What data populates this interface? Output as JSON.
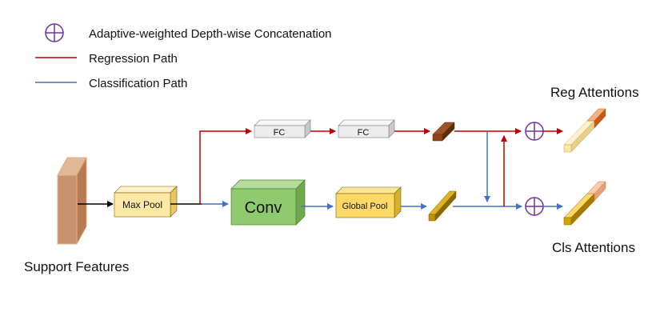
{
  "legend": {
    "concat_label": "Adaptive-weighted Depth-wise Concatenation",
    "regression_label": "Regression Path",
    "classification_label": "Classification Path"
  },
  "blocks": {
    "fc1": "FC",
    "fc2": "FC",
    "max_pool": "Max Pool",
    "conv": "Conv",
    "global_pool": "Global Pool"
  },
  "labels": {
    "support_features": "Support Features",
    "reg_attentions": "Reg Attentions",
    "cls_attentions": "Cls Attentions"
  },
  "colors": {
    "regression": "#c00000",
    "classification": "#4472c4",
    "concat_symbol": "#7030a0",
    "input": "#c9926e",
    "max_pool": "#fde9a4",
    "conv": "#8fca6e",
    "global_pool": "#ffd966",
    "fc": "#ededed",
    "reg_vector": "#8b4513",
    "cls_vector": "#bf9000"
  }
}
